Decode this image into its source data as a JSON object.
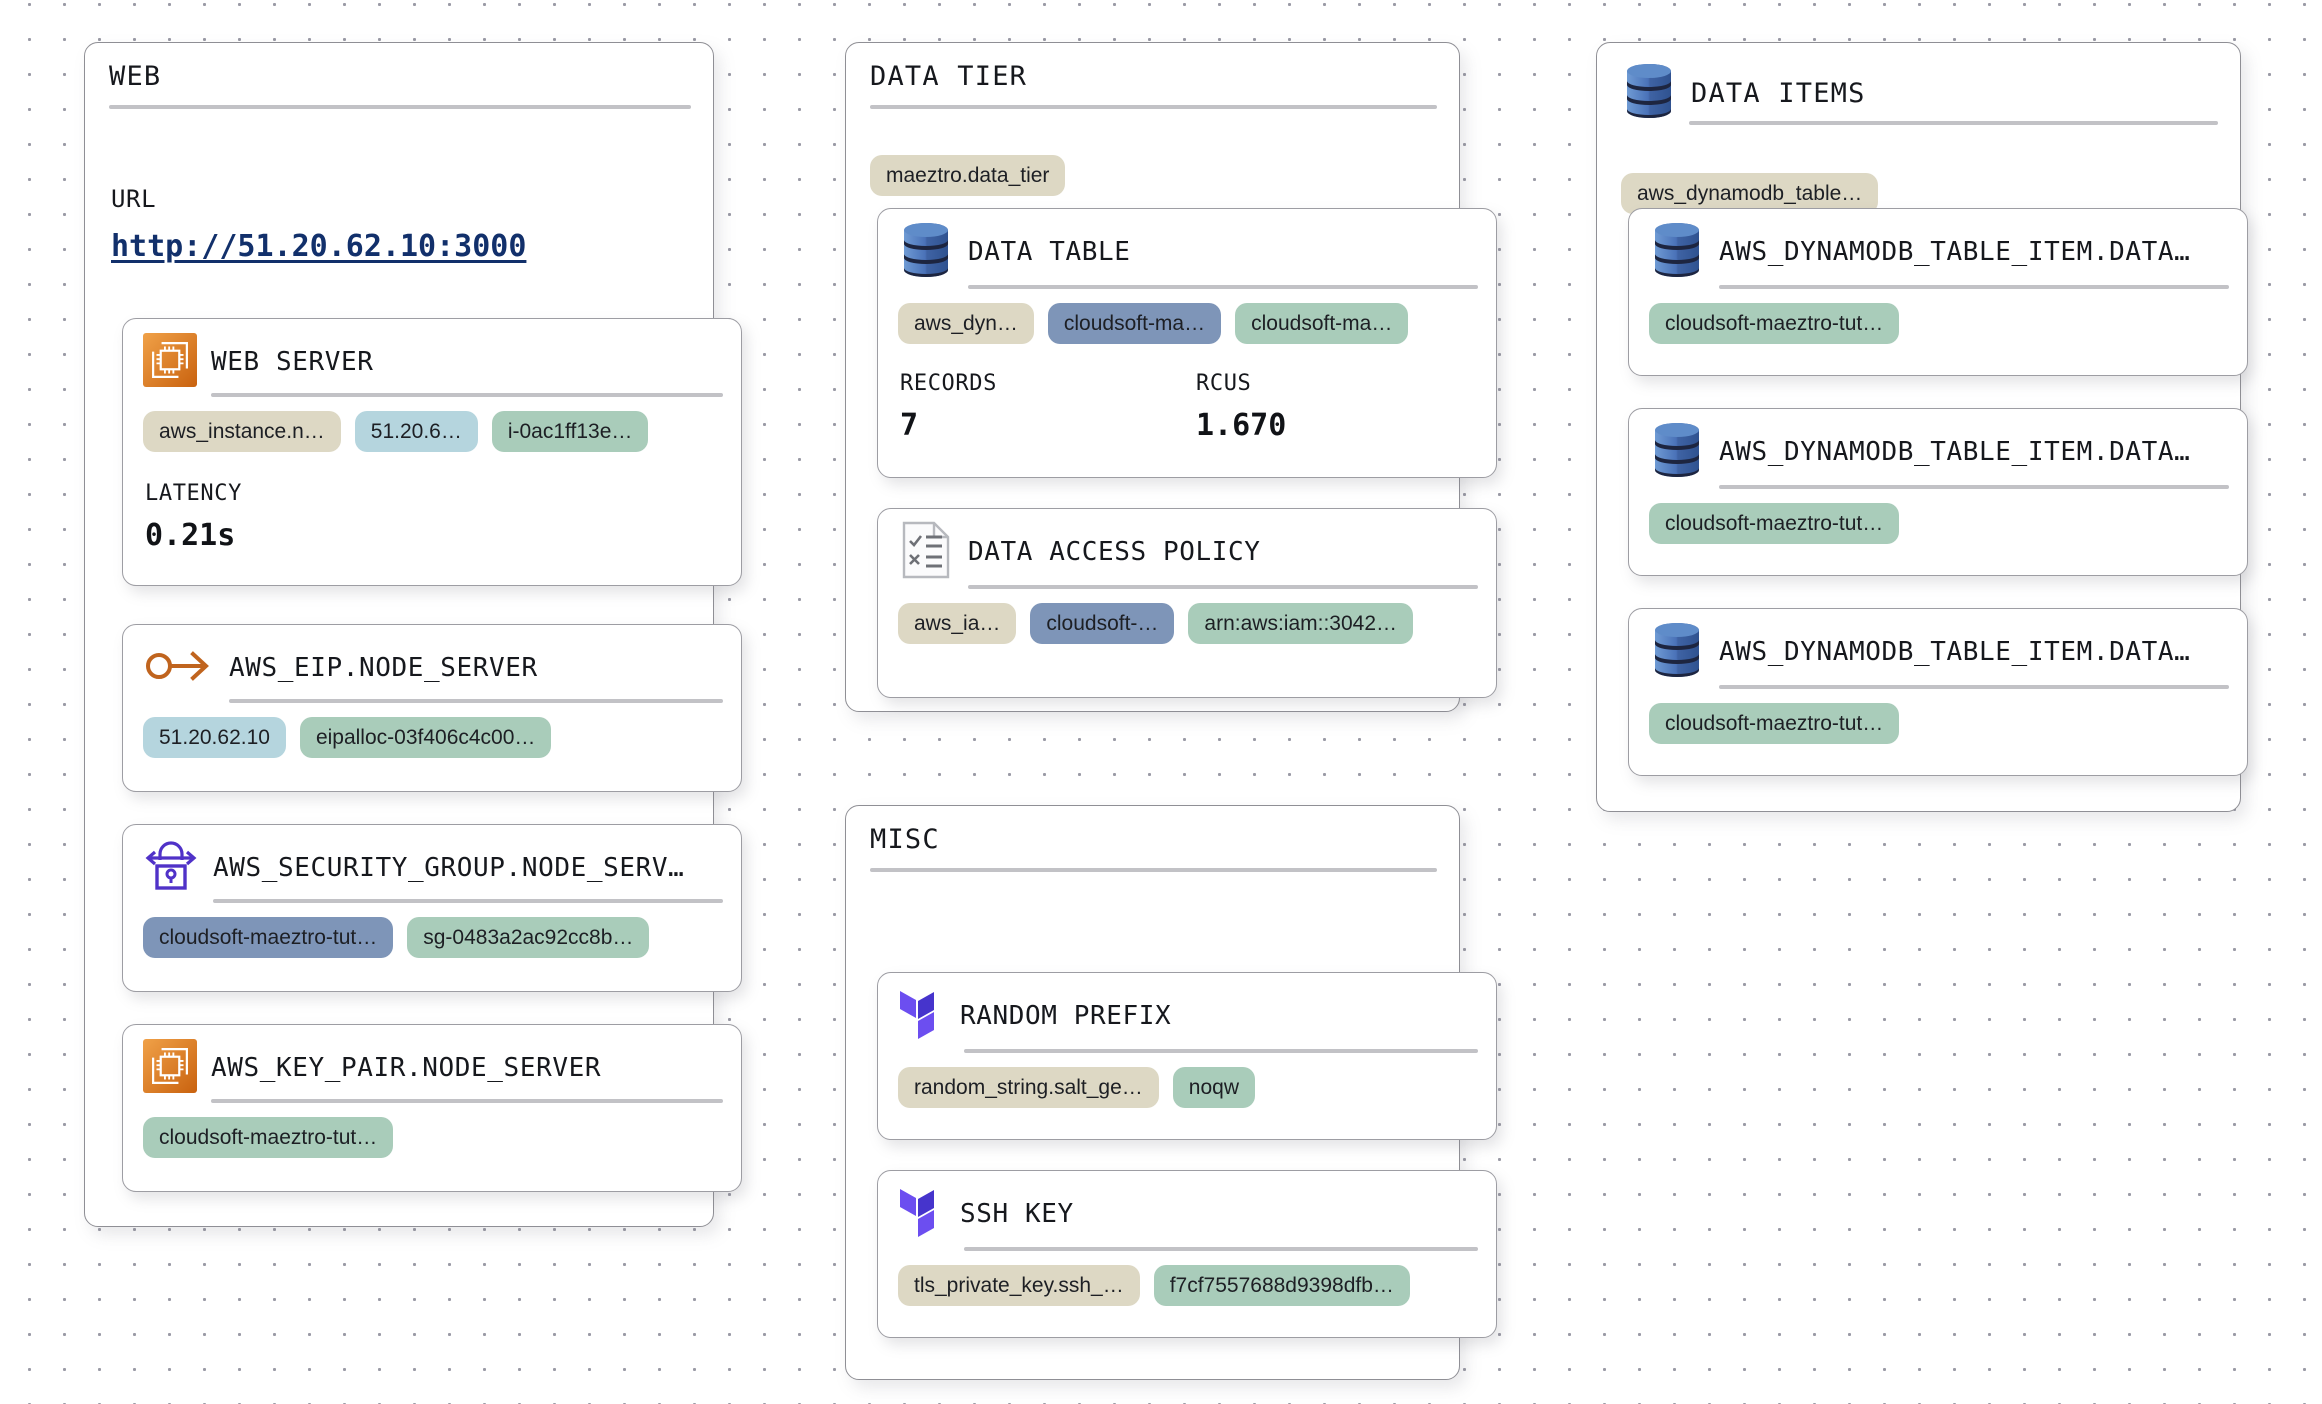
{
  "groups": [
    {
      "id": "web",
      "title": "WEB",
      "icon": null,
      "url_label": "URL",
      "url_value": "http://51.20.62.10:3000"
    },
    {
      "id": "data-tier",
      "title": "DATA TIER",
      "icon": null,
      "pills": [
        {
          "text": "maeztro.data_tier",
          "color": "tan"
        }
      ]
    },
    {
      "id": "data-items",
      "title": "DATA ITEMS",
      "icon": "dynamodb-icon",
      "pills": [
        {
          "text": "aws_dynamodb_table…",
          "color": "tan"
        }
      ]
    },
    {
      "id": "misc",
      "title": "MISC",
      "icon": null
    }
  ],
  "cards": [
    {
      "id": "web-server",
      "title": "WEB SERVER",
      "icon": "ec2-icon",
      "pills": [
        {
          "text": "aws_instance.n…",
          "color": "tan"
        },
        {
          "text": "51.20.6…",
          "color": "blue"
        },
        {
          "text": "i-0ac1ff13e…",
          "color": "green"
        }
      ],
      "metrics": [
        {
          "label": "LATENCY",
          "value": "0.21s"
        }
      ]
    },
    {
      "id": "aws-eip-node-server",
      "title": "AWS_EIP.NODE_SERVER",
      "icon": "eip-arrow-icon",
      "pills": [
        {
          "text": "51.20.62.10",
          "color": "blue"
        },
        {
          "text": "eipalloc-03f406c4c00…",
          "color": "green"
        }
      ],
      "metrics": []
    },
    {
      "id": "aws-security-group-node-server",
      "title": "AWS_SECURITY_GROUP.NODE_SERV…",
      "icon": "security-lock-icon",
      "pills": [
        {
          "text": "cloudsoft-maeztro-tut…",
          "color": "slate"
        },
        {
          "text": "sg-0483a2ac92cc8b…",
          "color": "green"
        }
      ],
      "metrics": []
    },
    {
      "id": "aws-key-pair-node-server",
      "title": "AWS_KEY_PAIR.NODE_SERVER",
      "icon": "ec2-icon",
      "pills": [
        {
          "text": "cloudsoft-maeztro-tut…",
          "color": "green"
        }
      ],
      "metrics": []
    },
    {
      "id": "data-table",
      "title": "DATA TABLE",
      "icon": "dynamodb-icon",
      "pills": [
        {
          "text": "aws_dyn…",
          "color": "tan"
        },
        {
          "text": "cloudsoft-ma…",
          "color": "slate"
        },
        {
          "text": "cloudsoft-ma…",
          "color": "green"
        }
      ],
      "metrics": [
        {
          "label": "RECORDS",
          "value": "7"
        },
        {
          "label": "RCUS",
          "value": "1.670"
        }
      ]
    },
    {
      "id": "data-access-policy",
      "title": "DATA ACCESS POLICY",
      "icon": "iam-policy-icon",
      "pills": [
        {
          "text": "aws_ia…",
          "color": "tan"
        },
        {
          "text": "cloudsoft-…",
          "color": "slate"
        },
        {
          "text": "arn:aws:iam::3042…",
          "color": "green"
        }
      ],
      "metrics": []
    },
    {
      "id": "random-prefix",
      "title": "RANDOM PREFIX",
      "icon": "terraform-icon",
      "pills": [
        {
          "text": "random_string.salt_ge…",
          "color": "tan"
        },
        {
          "text": "noqw",
          "color": "green"
        }
      ],
      "metrics": []
    },
    {
      "id": "ssh-key",
      "title": "SSH KEY",
      "icon": "terraform-icon",
      "pills": [
        {
          "text": "tls_private_key.ssh_…",
          "color": "tan"
        },
        {
          "text": "f7cf7557688d9398dfb…",
          "color": "green"
        }
      ],
      "metrics": []
    },
    {
      "id": "data-item-1",
      "title": "AWS_DYNAMODB_TABLE_ITEM.DATA…",
      "icon": "dynamodb-icon",
      "pills": [
        {
          "text": "cloudsoft-maeztro-tut…",
          "color": "green"
        }
      ],
      "metrics": []
    },
    {
      "id": "data-item-2",
      "title": "AWS_DYNAMODB_TABLE_ITEM.DATA…",
      "icon": "dynamodb-icon",
      "pills": [
        {
          "text": "cloudsoft-maeztro-tut…",
          "color": "green"
        }
      ],
      "metrics": []
    },
    {
      "id": "data-item-3",
      "title": "AWS_DYNAMODB_TABLE_ITEM.DATA…",
      "icon": "dynamodb-icon",
      "pills": [
        {
          "text": "cloudsoft-maeztro-tut…",
          "color": "green"
        }
      ],
      "metrics": []
    }
  ],
  "colors": {
    "pill_tan": "#ddd8c4",
    "pill_blue": "#b5d5de",
    "pill_green": "#a9ccba",
    "pill_slate": "#7e95b8",
    "ec2_orange": "#e8912d",
    "terraform_purple": "#5c4ee5",
    "security_purple": "#5032c8",
    "eip_orange": "#c0641e",
    "dynamodb_blue": "#4a72b8",
    "link_navy": "#12306b",
    "rule_gray": "#c2c2c6"
  }
}
